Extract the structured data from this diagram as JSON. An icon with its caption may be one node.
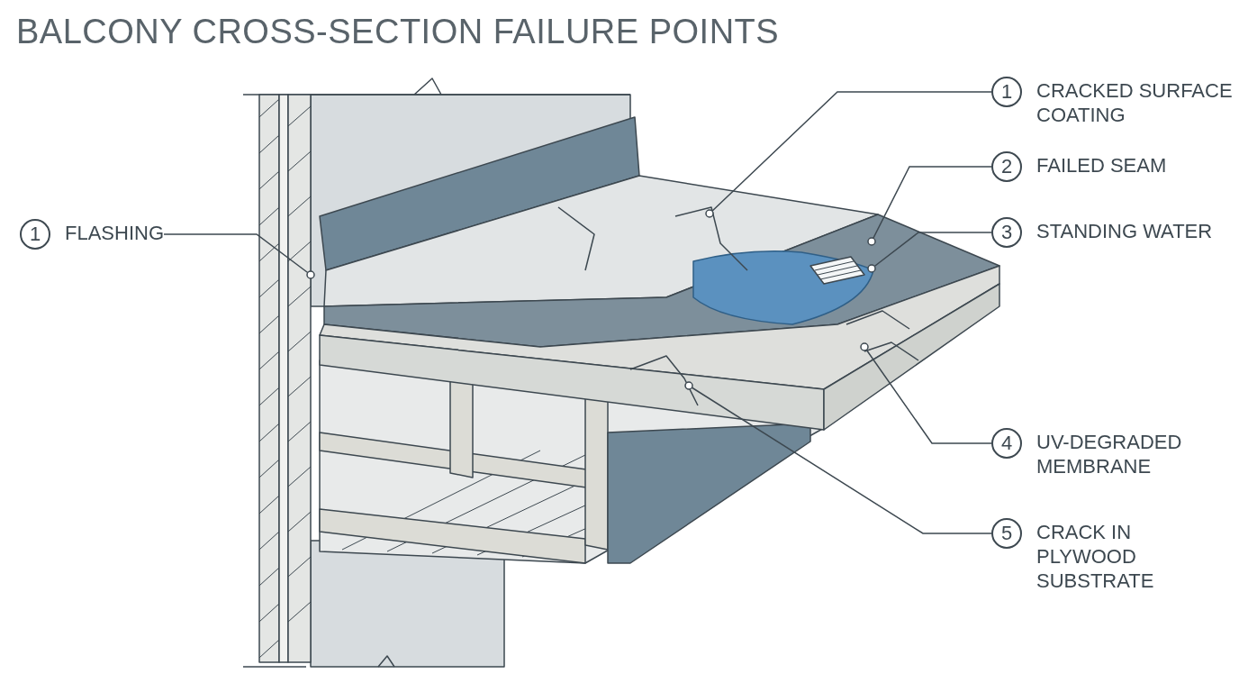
{
  "diagram": {
    "title": "BALCONY CROSS-SECTION FAILURE POINTS",
    "nodes": [
      {
        "text": [
          "1",
          "CRACKED SURFACE COATING"
        ]
      },
      {
        "text": [
          "2",
          "FAILED SEAM"
        ]
      },
      {
        "text": [
          "1",
          "FLASHING"
        ]
      },
      {
        "text": [
          "3",
          "STANDING WATER"
        ]
      },
      {
        "text": [
          "4",
          "UV-DEGRADED MEMBRANE"
        ]
      },
      {
        "text": [
          "5",
          "CRACK IN PLYWOOD SUBSTRATE"
        ]
      }
    ],
    "edges": [
      {
        "from": 0,
        "to": null,
        "arrow": "other"
      },
      {
        "from": 1,
        "to": null,
        "arrow": "other"
      },
      {
        "from": 2,
        "to": null,
        "arrow": "other"
      },
      {
        "from": 3,
        "to": null,
        "arrow": "other"
      },
      {
        "from": 4,
        "to": null,
        "arrow": "other"
      },
      {
        "from": 5,
        "to": null,
        "arrow": "other"
      }
    ]
  }
}
